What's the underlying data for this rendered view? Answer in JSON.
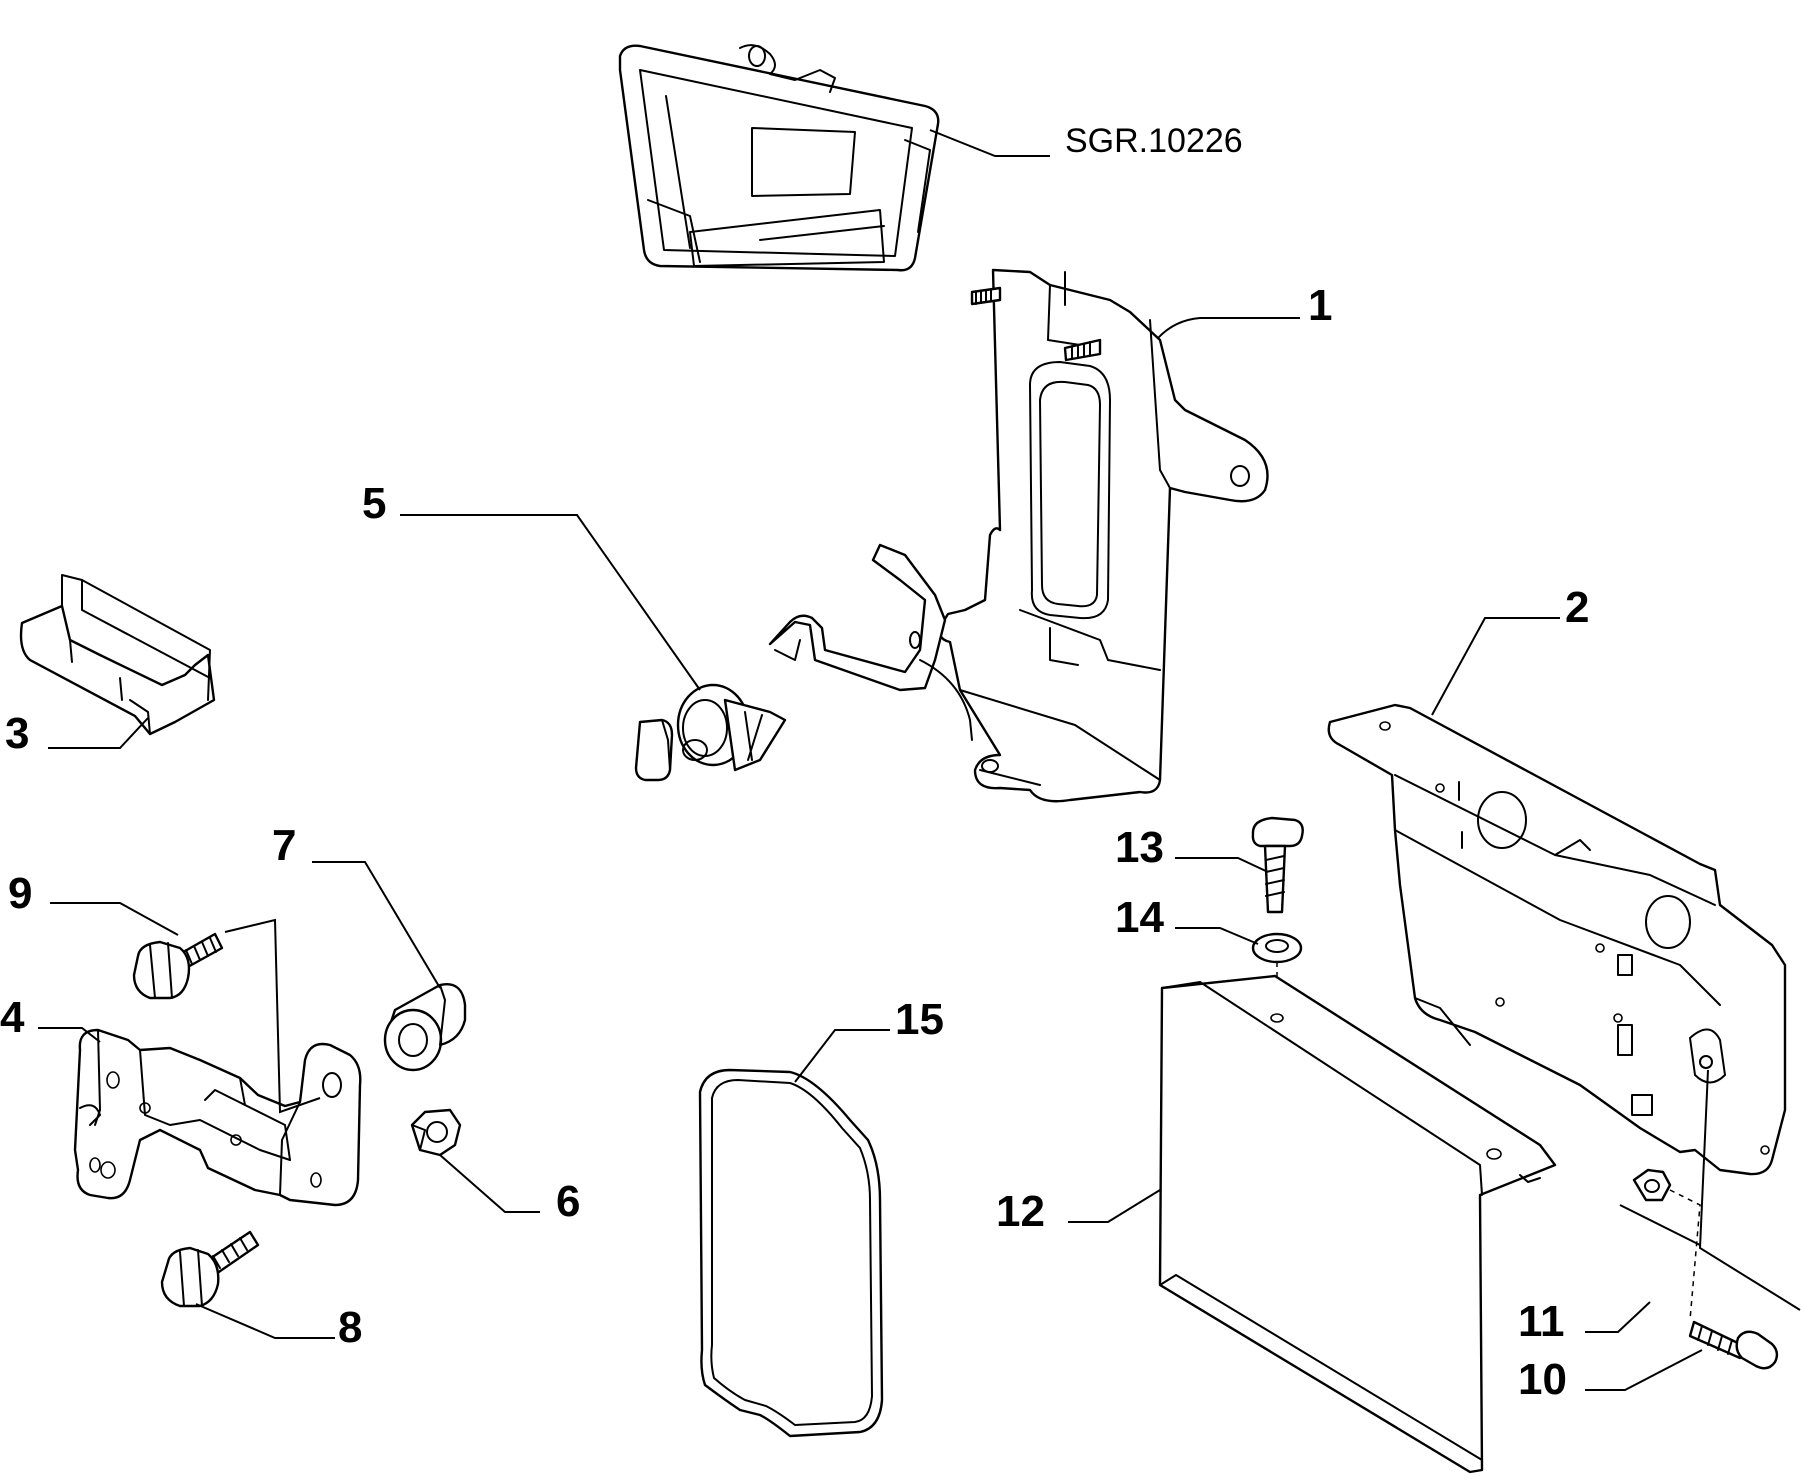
{
  "reference_code": "SGR.10226",
  "callouts": [
    "1",
    "2",
    "3",
    "4",
    "5",
    "6",
    "7",
    "8",
    "9",
    "10",
    "11",
    "12",
    "13",
    "14",
    "15"
  ]
}
